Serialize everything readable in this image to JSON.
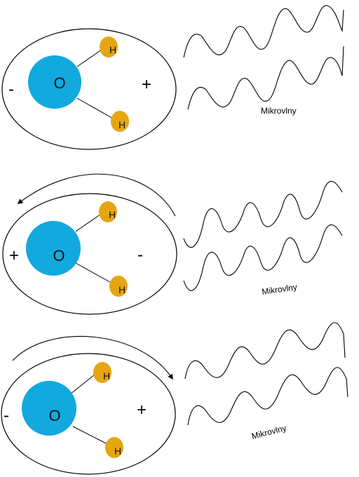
{
  "colors": {
    "oxygen": "#12a9df",
    "hydrogen": "#e6a512",
    "line": "#000000",
    "background": "#ffffff"
  },
  "atoms": {
    "oxygen_symbol": "O",
    "hydrogen_symbol": "H"
  },
  "signs": {
    "positive": "+",
    "negative": "-"
  },
  "wave_label": "Mikrovlny",
  "panels": [
    {
      "left_sign": "-",
      "right_sign": "+",
      "rotation_arrow": "none",
      "wave_label": "Mikrovlny"
    },
    {
      "left_sign": "+",
      "right_sign": "-",
      "rotation_arrow": "counterclockwise",
      "wave_label": "Mikrovlny"
    },
    {
      "left_sign": "-",
      "right_sign": "+",
      "rotation_arrow": "clockwise",
      "wave_label": "Mikrovlny"
    }
  ]
}
